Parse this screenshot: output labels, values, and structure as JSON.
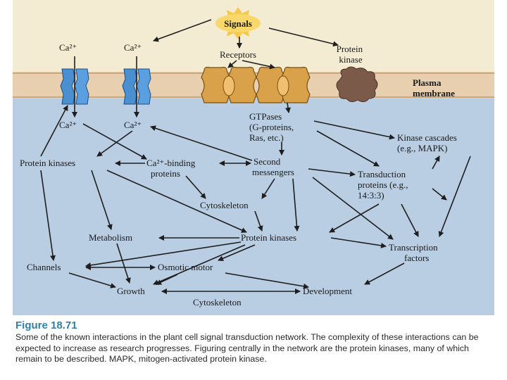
{
  "diagram": {
    "signals": "Signals",
    "receptors": "Receptors",
    "protein_kinase_top": [
      "Protein",
      "kinase"
    ],
    "plasma_membrane": [
      "Plasma",
      "membrane"
    ],
    "ca_top_left": "Ca²⁺",
    "ca_top_right": "Ca²⁺",
    "ca_in_left": "Ca²⁺",
    "ca_in_right": "Ca²⁺",
    "gtpases": [
      "GTPases",
      "(G-proteins,",
      "Ras, etc.)"
    ],
    "kinase_cascades": [
      "Kinase cascades",
      "(e.g., MAPK)"
    ],
    "protein_kinases_left": "Protein kinases",
    "ca_binding": [
      "Ca²⁺-binding",
      "proteins"
    ],
    "second_messengers": [
      "Second",
      "messengers"
    ],
    "transduction_proteins": [
      "Transduction",
      "proteins (e.g.,",
      "14:3:3)"
    ],
    "cytoskeleton_mid": "Cytoskeleton",
    "metabolism": "Metabolism",
    "protein_kinases_center": "Protein kinases",
    "transcription_factors": [
      "Transcription",
      "factors"
    ],
    "channels": "Channels",
    "osmotic_motor": "Osmotic motor",
    "growth": "Growth",
    "development": "Development",
    "cytoskeleton_bottom": "Cytoskeleton"
  },
  "caption": {
    "title": "Figure 18.71",
    "text": "Some of the known interactions in the plant cell signal transduction network. The complexity of these interactions can be expected to increase as research progresses. Figuring centrally in the network are the protein kinases, many of which remain to be described. MAPK, mitogen-activated protein kinase."
  },
  "colors": {
    "background_top": "#f3ecd2",
    "cytoplasm": "#b9cde3",
    "membrane": "#e7cfb0",
    "channel": "#4a8fd0",
    "receptor": "#d9a24a",
    "protein_kinase_blob": "#7b5a4a",
    "sun": "#f6c94a",
    "caption_title": "#2f7fa8"
  }
}
